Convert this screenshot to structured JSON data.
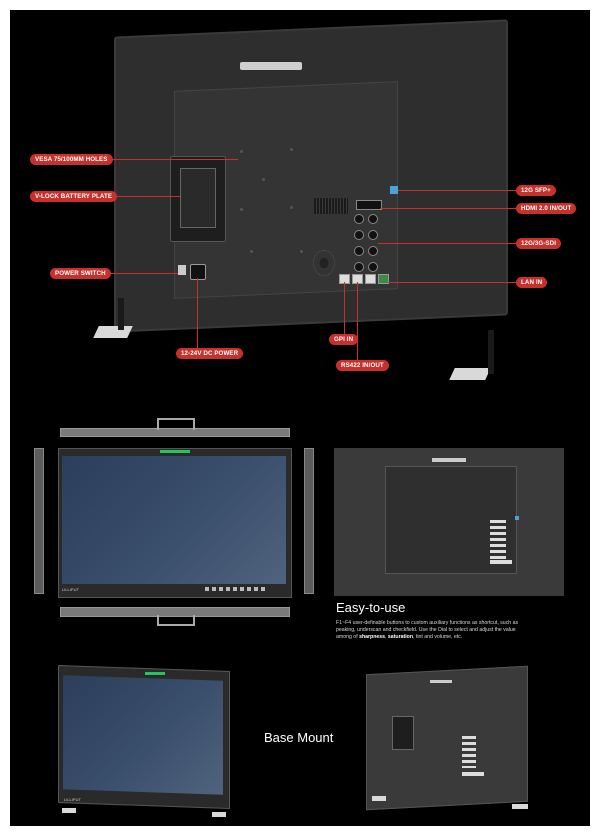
{
  "labels": {
    "vesa": "VESA 75/100MM HOLES",
    "vlock": "V-LOCK BATTERY PLATE",
    "power_switch": "POWER SWITCH",
    "dc_power": "12-24V DC POWER",
    "sfp": "12G SFP+",
    "hdmi": "HDMI 2.0 IN/OUT",
    "sdi": "12G/3G-SDI",
    "lan": "LAN IN",
    "gpi": "GPI IN",
    "rs422": "RS422 IN/OUT"
  },
  "brand": "LILLIPUT",
  "easy": {
    "title": "Easy-to-use",
    "line1": "F1~F4 user-definable buttons to custom auxiliary functions as shortcut, such as",
    "line2": "peaking, underscan and checkfield. Use the Dial to select and adjust the value",
    "line3_pre": "among of ",
    "line3_b1": "sharpness",
    "line3_sep": ", ",
    "line3_b2": "saturation",
    "line3_post": ", tint and volume, etc."
  },
  "base_mount": "Base Mount"
}
